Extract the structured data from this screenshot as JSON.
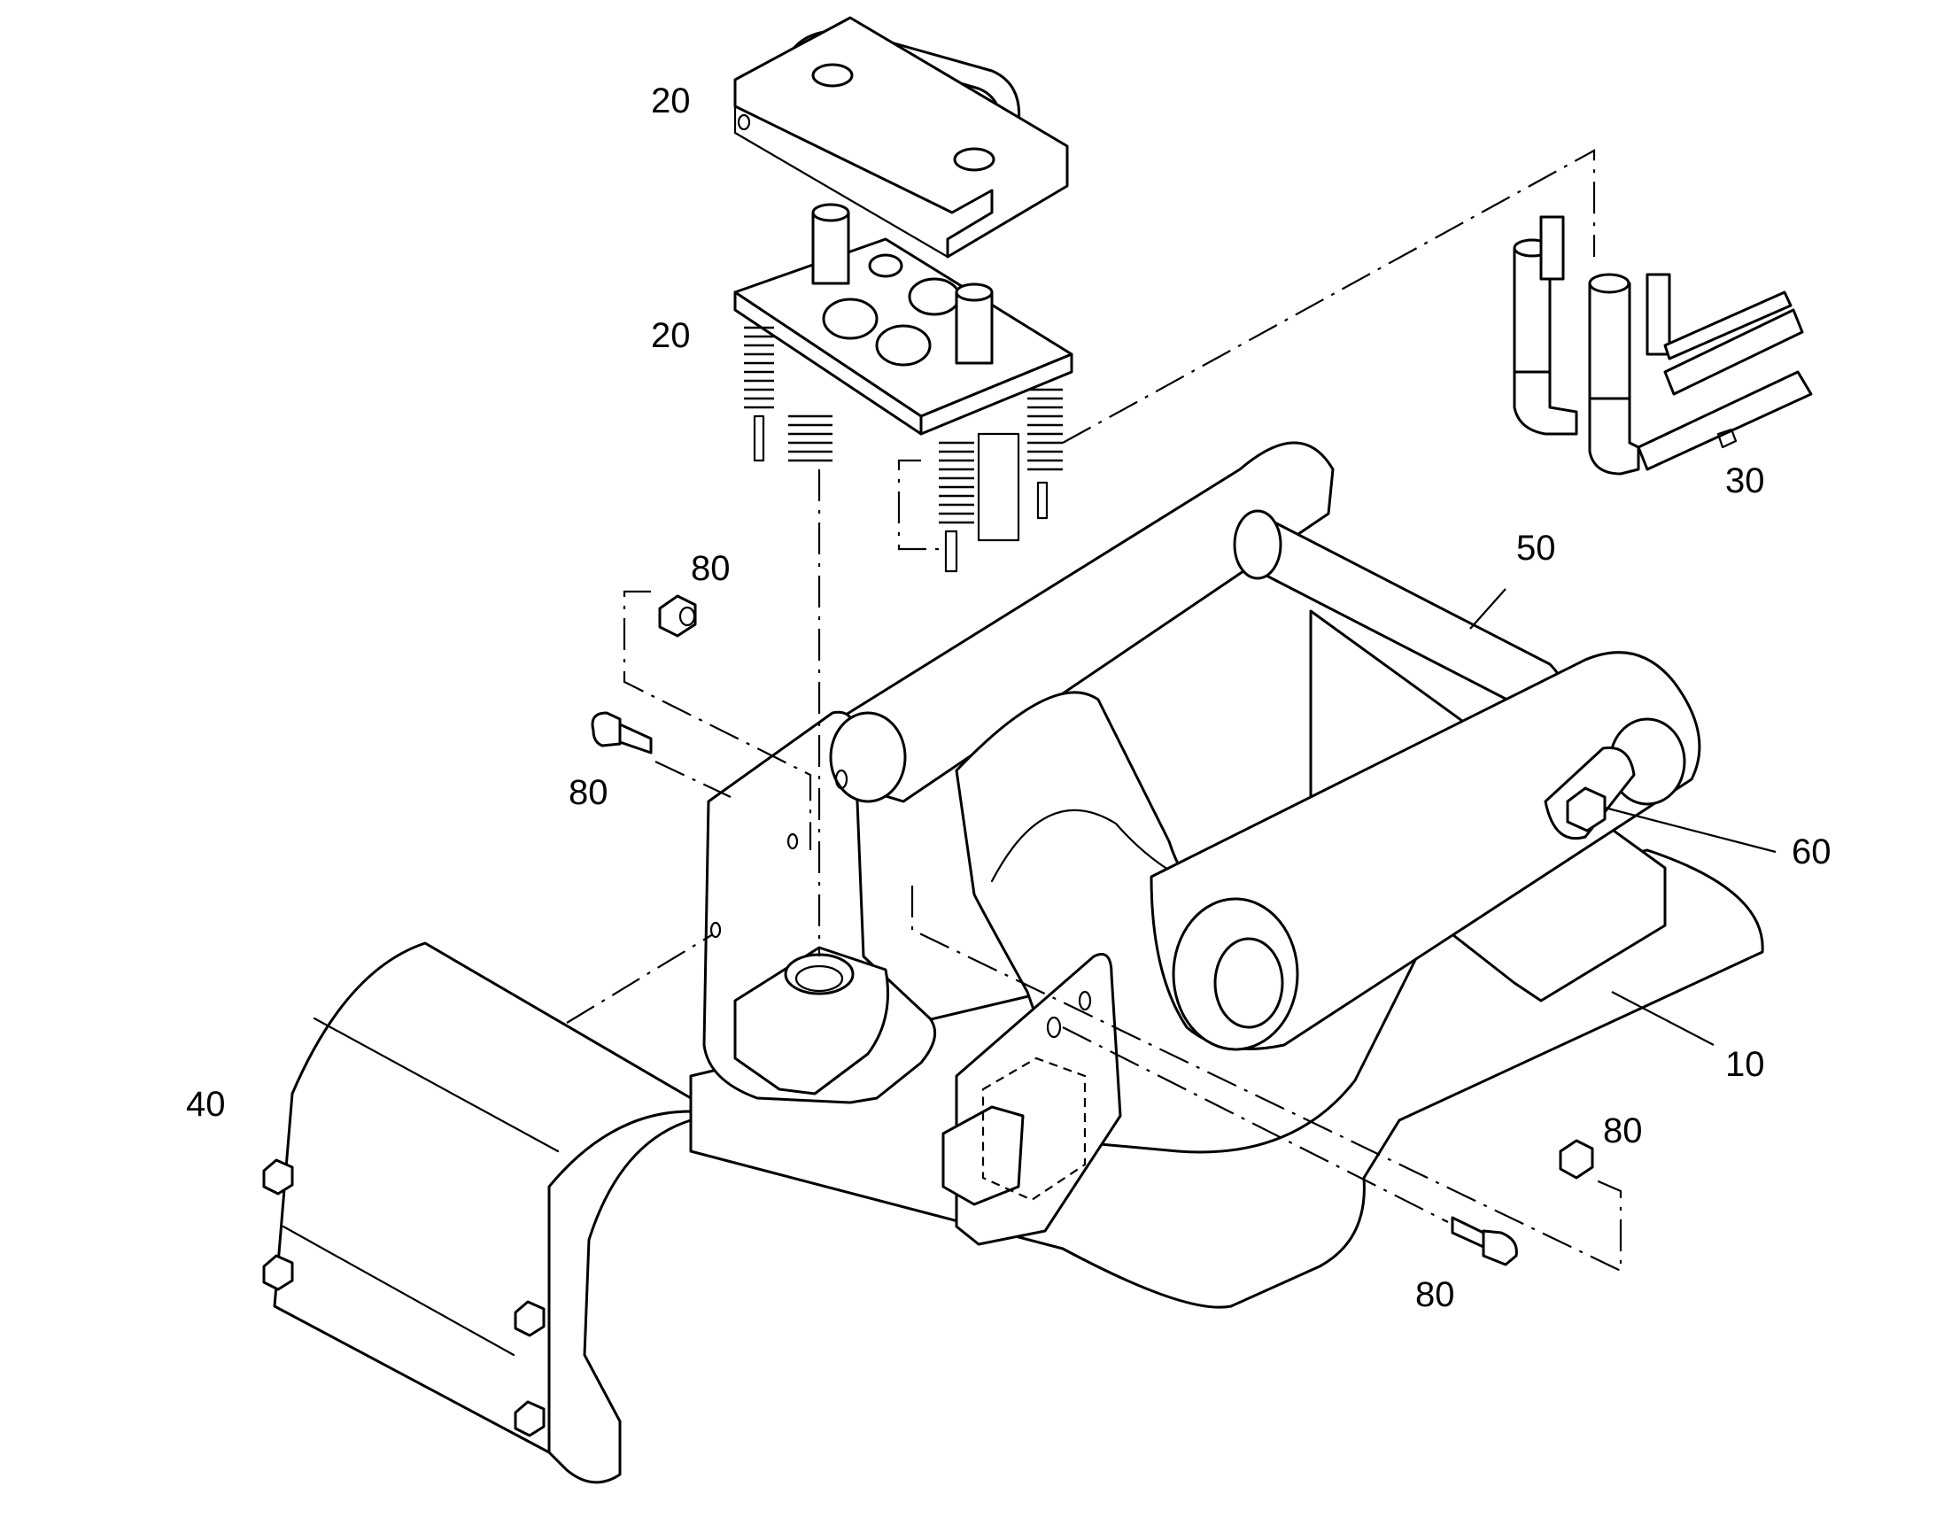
{
  "callouts": {
    "c20_top": "20",
    "c20_mid": "20",
    "c30": "30",
    "c50": "50",
    "c80_a": "80",
    "c80_b": "80",
    "c60": "60",
    "c10": "10",
    "c40": "40",
    "c80_c": "80",
    "c80_d": "80"
  }
}
